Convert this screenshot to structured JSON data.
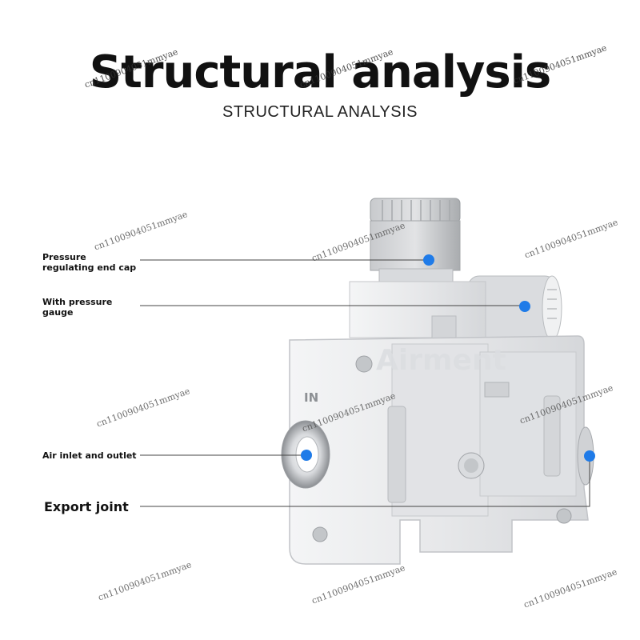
{
  "header": {
    "title": "Structural analysis",
    "subtitle": "STRUCTURAL ANALYSIS"
  },
  "callouts": [
    {
      "line1": "Pressure",
      "line2": "regulating end cap"
    },
    {
      "line1": "With pressure",
      "line2": "gauge"
    },
    {
      "line1": "Air inlet and outlet"
    },
    {
      "line1": "Export joint"
    }
  ],
  "product": {
    "port_marking": "IN",
    "brand_emboss": "Airment"
  },
  "watermark": "cn1100904051mmyae",
  "colors": {
    "marker": "#1f7be8",
    "leader": "#444444",
    "body": "#e9eaec",
    "shade": "#c9cbcf",
    "cap": "#b9bcbf"
  }
}
